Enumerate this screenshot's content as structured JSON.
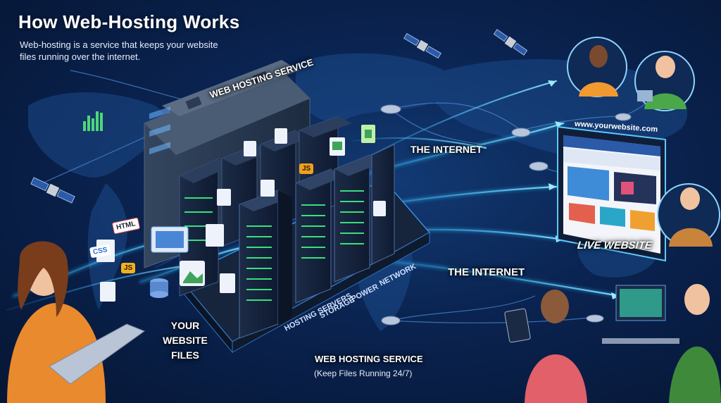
{
  "header": {
    "title": "How Web-Hosting Works",
    "subtitle": "Web-hosting is a service that keeps your website files running over the internet."
  },
  "labels": {
    "internet_top": "THE INTERNET",
    "internet_mid": "THE INTERNET",
    "live_website": "LIVE WEBSITE",
    "your_files": "YOUR WEBSITE FILES",
    "web_hosting_service": "WEB HOSTING SERVICE",
    "web_hosting_sub": "(Keep Files Running 24/7)",
    "building_sign": "WEB HOSTING SERVICE"
  },
  "layers": [
    "HOSTING SERVERS",
    "STORAGE",
    "POWER",
    "NETWORK"
  ],
  "file_tags": {
    "html": "HTML",
    "css": "CSS",
    "js": "JS"
  },
  "website": {
    "url": "www.yourwebsite.com"
  },
  "colors": {
    "background": "#0a2350",
    "glow": "#36c6ff",
    "accent": "#f0a020"
  }
}
